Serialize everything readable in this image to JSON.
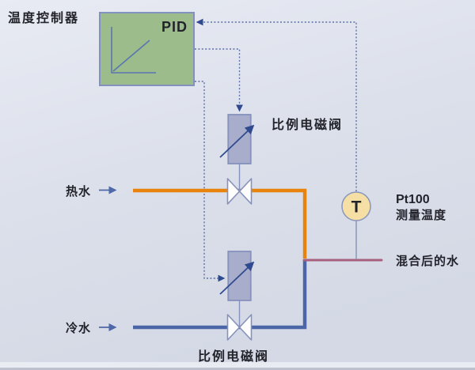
{
  "labels": {
    "controller_title": "温度控制器",
    "pid": "PID",
    "hot_water": "热水",
    "cold_water": "冷水",
    "valve_top": "比例电磁阀",
    "valve_bottom": "比例电磁阀",
    "sensor_letter": "T",
    "sensor_type": "Pt100",
    "sensor_desc": "测量温度",
    "mixed_water": "混合后的水"
  },
  "colors": {
    "background": "#DDE1EB",
    "text": "#23232B",
    "pid_box_fill": "#9CBD8B",
    "pid_box_border": "#8291BE",
    "graph_icon": "#5B75B0",
    "hot_pipe": "#E8830E",
    "cold_pipe": "#4A66A6",
    "mixed_pipe": "#A8607F",
    "signal_line": "#5C6FA5",
    "arrow_dark": "#2F4A8F",
    "label_arrow": "#4E68A8",
    "valve_fill": "#A7ADCA",
    "valve_border": "#8691BC",
    "sensor_fill": "#F6DFA5",
    "sensor_border": "#8A96BB"
  }
}
